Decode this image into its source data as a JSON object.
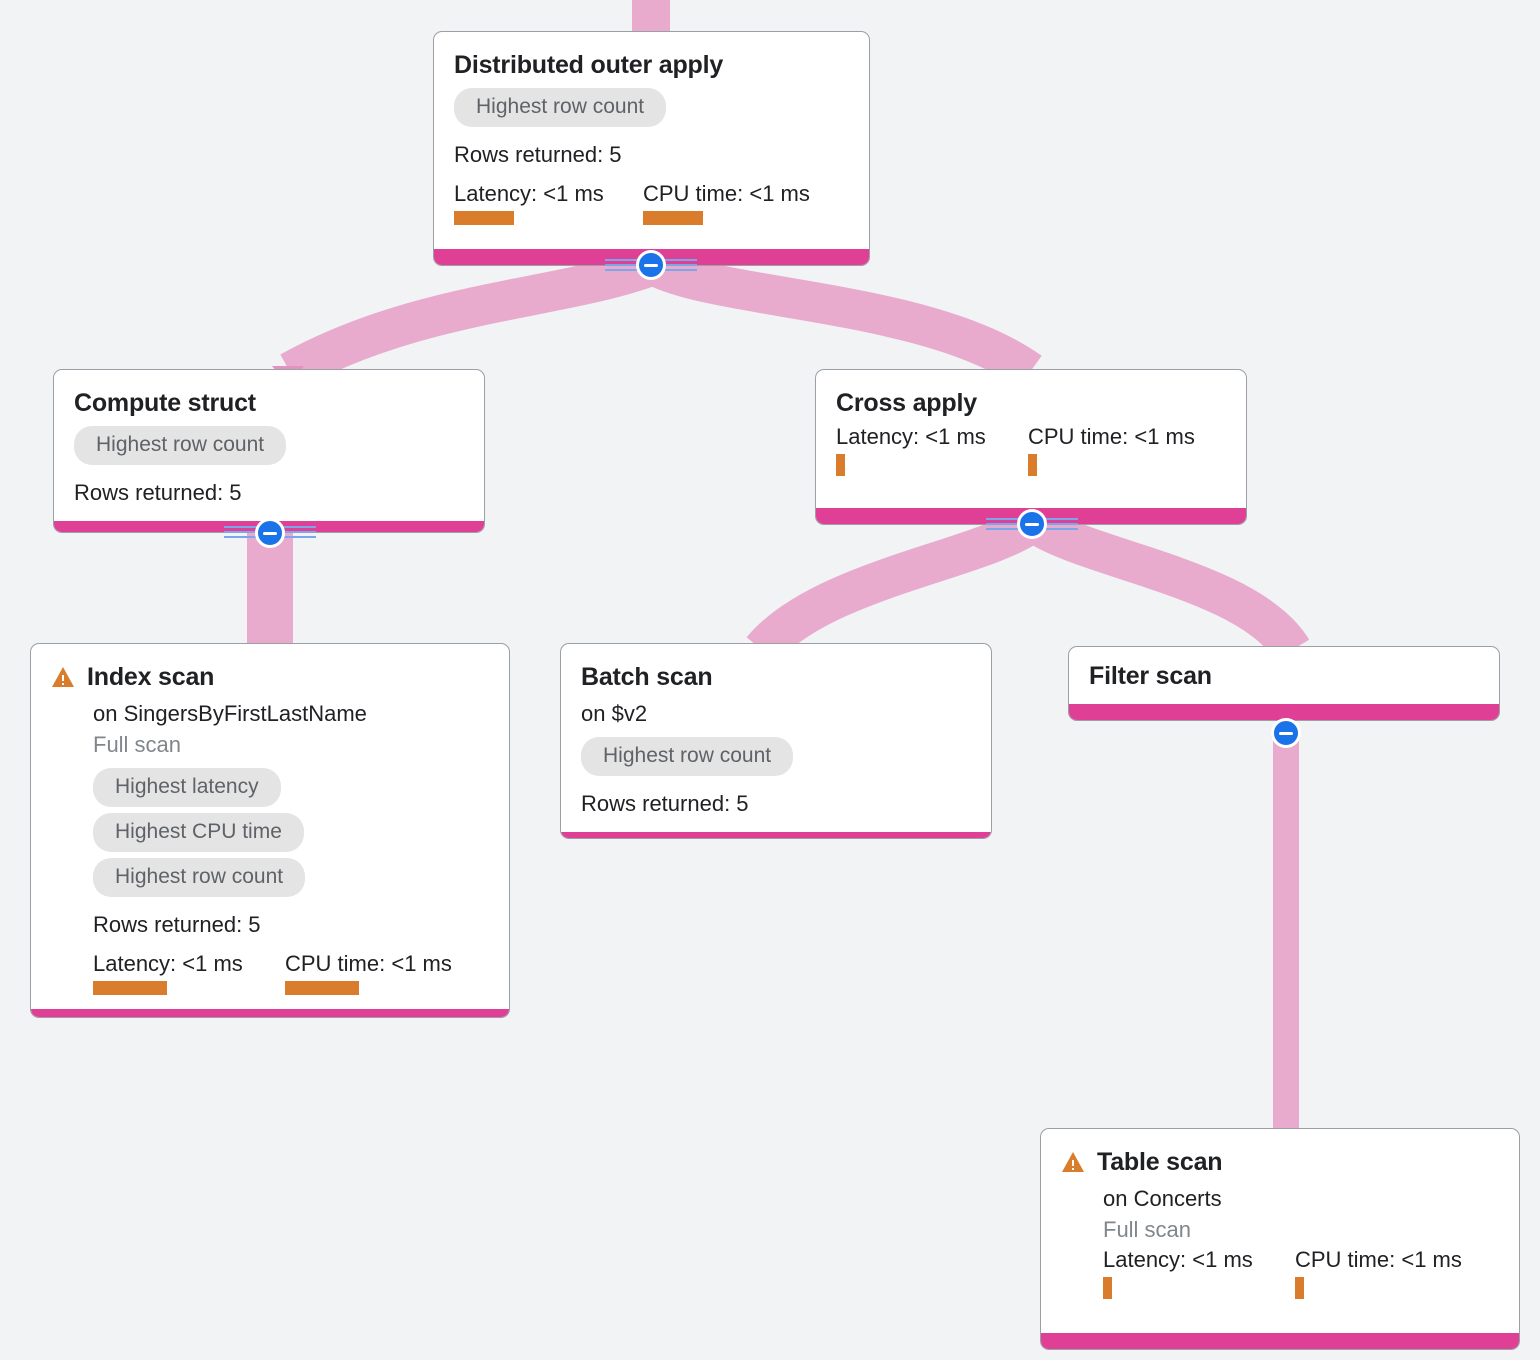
{
  "canvas": {
    "background": "#f1f3f4",
    "edge_color": "#e8abcd",
    "node_footer_color": "#e03f96",
    "accent_orange": "#d97c2b",
    "chip_bg": "#e4e4e4",
    "button_color": "#1a73e8"
  },
  "labels": {
    "rows_returned_prefix": "Rows returned:",
    "latency_prefix": "Latency:",
    "cpu_prefix": "CPU time:",
    "on_prefix": "on",
    "collapse_icon": "minus-circle-icon",
    "warning_icon": "warning-triangle-icon"
  },
  "nodes": [
    {
      "id": "distributed-outer-apply",
      "title": "Distributed outer apply",
      "warning": false,
      "subtitle": "",
      "scan_note": "",
      "chips": [
        "Highest row count"
      ],
      "rows_returned": "Rows returned: 5",
      "latency": "Latency: <1 ms",
      "cpu_time": "CPU time: <1 ms",
      "bar_size": "wide",
      "collapsed": false
    },
    {
      "id": "compute-struct",
      "title": "Compute struct",
      "warning": false,
      "subtitle": "",
      "scan_note": "",
      "chips": [
        "Highest row count"
      ],
      "rows_returned": "Rows returned: 5",
      "latency": "",
      "cpu_time": "",
      "bar_size": "",
      "collapsed": false
    },
    {
      "id": "cross-apply",
      "title": "Cross apply",
      "warning": false,
      "subtitle": "",
      "scan_note": "",
      "chips": [],
      "rows_returned": "",
      "latency": "Latency: <1 ms",
      "cpu_time": "CPU time: <1 ms",
      "bar_size": "narrow",
      "collapsed": false
    },
    {
      "id": "index-scan",
      "title": "Index scan",
      "warning": true,
      "subtitle": "on SingersByFirstLastName",
      "scan_note": "Full scan",
      "chips": [
        "Highest latency",
        "Highest CPU time",
        "Highest row count"
      ],
      "rows_returned": "Rows returned: 5",
      "latency": "Latency: <1 ms",
      "cpu_time": "CPU time: <1 ms",
      "bar_size": "wide",
      "collapsed": false
    },
    {
      "id": "batch-scan",
      "title": "Batch scan",
      "warning": false,
      "subtitle": "on $v2",
      "scan_note": "",
      "chips": [
        "Highest row count"
      ],
      "rows_returned": "Rows returned: 5",
      "latency": "",
      "cpu_time": "",
      "bar_size": "",
      "collapsed": false
    },
    {
      "id": "filter-scan",
      "title": "Filter scan",
      "warning": false,
      "subtitle": "",
      "scan_note": "",
      "chips": [],
      "rows_returned": "",
      "latency": "",
      "cpu_time": "",
      "bar_size": "",
      "collapsed": false
    },
    {
      "id": "table-scan",
      "title": "Table scan",
      "warning": true,
      "subtitle": "on Concerts",
      "scan_note": "Full scan",
      "chips": [],
      "rows_returned": "",
      "latency": "Latency: <1 ms",
      "cpu_time": "CPU time: <1 ms",
      "bar_size": "narrow",
      "collapsed": false
    }
  ],
  "edges": [
    {
      "from": "root-inlet",
      "to": "distributed-outer-apply"
    },
    {
      "from": "distributed-outer-apply",
      "to": "compute-struct"
    },
    {
      "from": "distributed-outer-apply",
      "to": "cross-apply"
    },
    {
      "from": "compute-struct",
      "to": "index-scan"
    },
    {
      "from": "cross-apply",
      "to": "batch-scan"
    },
    {
      "from": "cross-apply",
      "to": "filter-scan"
    },
    {
      "from": "filter-scan",
      "to": "table-scan"
    }
  ]
}
